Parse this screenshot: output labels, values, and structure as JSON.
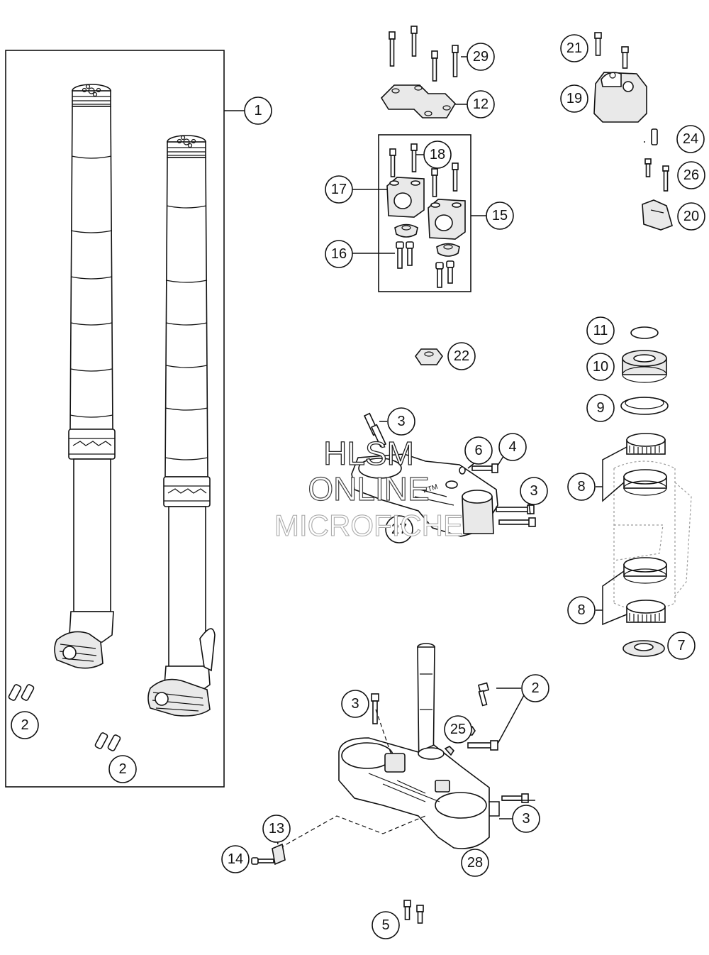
{
  "watermark": {
    "line1": "HLSM",
    "line2": "ONLINE",
    "line3": "MICROFICHE"
  },
  "callouts": {
    "c1": "1",
    "c2a": "2",
    "c2b": "2",
    "c2c": "2",
    "c3a": "3",
    "c3b": "3",
    "c3c": "3",
    "c3d": "3",
    "c4": "4",
    "c5": "5",
    "c6": "6",
    "c7": "7",
    "c8a": "8",
    "c8b": "8",
    "c9": "9",
    "c10": "10",
    "c11": "11",
    "c12": "12",
    "c13": "13",
    "c14": "14",
    "c15": "15",
    "c16": "16",
    "c17": "17",
    "c18": "18",
    "c19": "19",
    "c20": "20",
    "c21": "21",
    "c22": "22",
    "c24": "24",
    "c25": "25",
    "c26": "26",
    "c27": "27",
    "c28": "28",
    "c29": "29"
  }
}
